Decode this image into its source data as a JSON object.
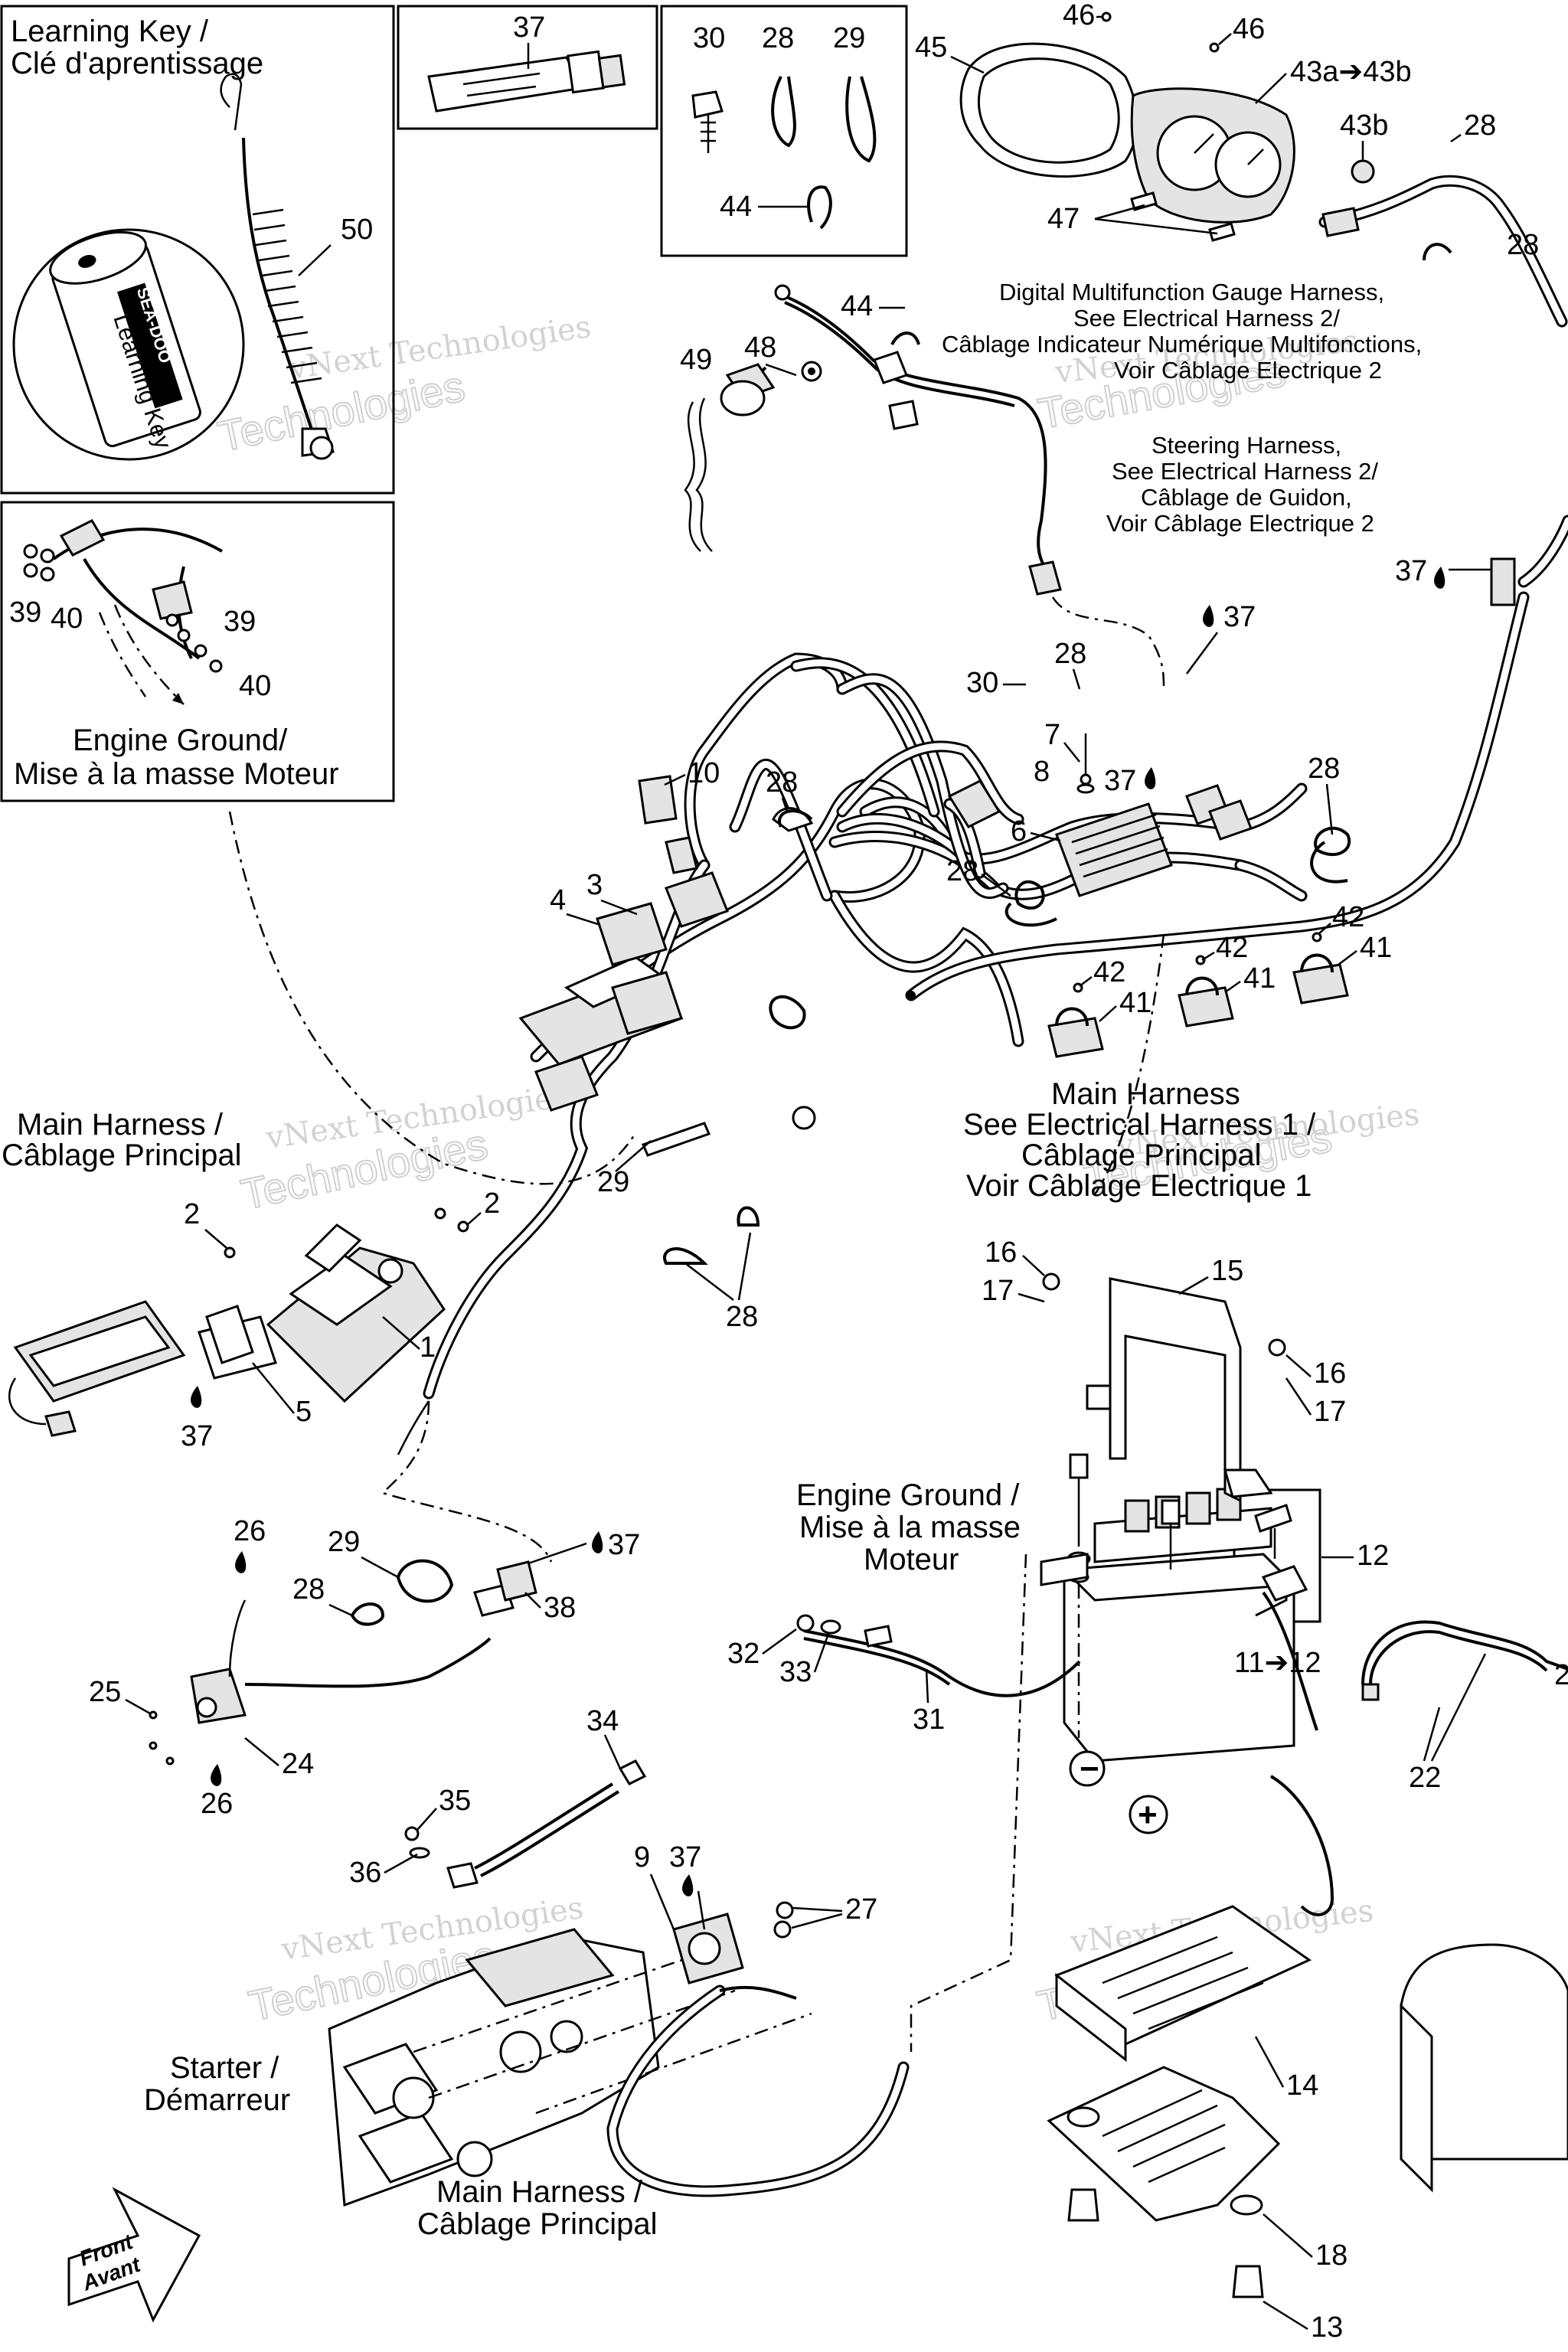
{
  "insets": {
    "learning_key_title": [
      "Learning Key /",
      "Clé d'aprentissage"
    ],
    "learning_key_text": "Learning Key",
    "engine_ground_title": [
      "Engine Ground/",
      "Mise à la masse Moteur"
    ]
  },
  "captions": {
    "gauge_harness": [
      "Digital Multifunction Gauge Harness,",
      "See Electrical Harness 2/",
      "Câblage Indicateur Numérique Multifonctions,",
      "Voir Câblage Electrique 2"
    ],
    "steering_harness": [
      "Steering Harness,",
      "See Electrical Harness 2/",
      "Câblage de Guidon,",
      "Voir Câblage Electrique 2"
    ],
    "main_harness_right": [
      "Main Harness",
      "See Electrical Harness 1 /",
      "Câblage Principal",
      "Voir Câblage Electrique 1"
    ],
    "main_harness_left": [
      "Main Harness /",
      "Câblage Principal"
    ],
    "engine_ground": [
      "Engine Ground /",
      "Mise à la masse",
      "Moteur"
    ],
    "starter": [
      "Starter /",
      "Démarreur"
    ],
    "main_harness_bottom": [
      "Main Harness /",
      "Câblage Principal"
    ],
    "front": [
      "Front",
      "Avant"
    ]
  },
  "watermark": {
    "brand": "vNext Technologies",
    "big": "Technologies"
  },
  "callouts": [
    "50",
    "37",
    "30",
    "28",
    "29",
    "44",
    "45",
    "46",
    "46",
    "43a➔43b",
    "43b",
    "28",
    "47",
    "28",
    "44",
    "49",
    "48",
    "37",
    "39",
    "40",
    "39",
    "40",
    "37",
    "28",
    "30",
    "7",
    "8",
    "37",
    "6",
    "28",
    "10",
    "28",
    "28",
    "3",
    "4",
    "42",
    "41",
    "42",
    "41",
    "42",
    "41",
    "2",
    "2",
    "29",
    "28",
    "1",
    "5",
    "37",
    "16",
    "17",
    "15",
    "16",
    "17",
    "12",
    "11➔12",
    "22",
    "26",
    "29",
    "28",
    "37",
    "38",
    "25",
    "24",
    "26",
    "32",
    "33",
    "31",
    "34",
    "35",
    "36",
    "9",
    "37",
    "27",
    "14",
    "18",
    "13",
    "2"
  ]
}
